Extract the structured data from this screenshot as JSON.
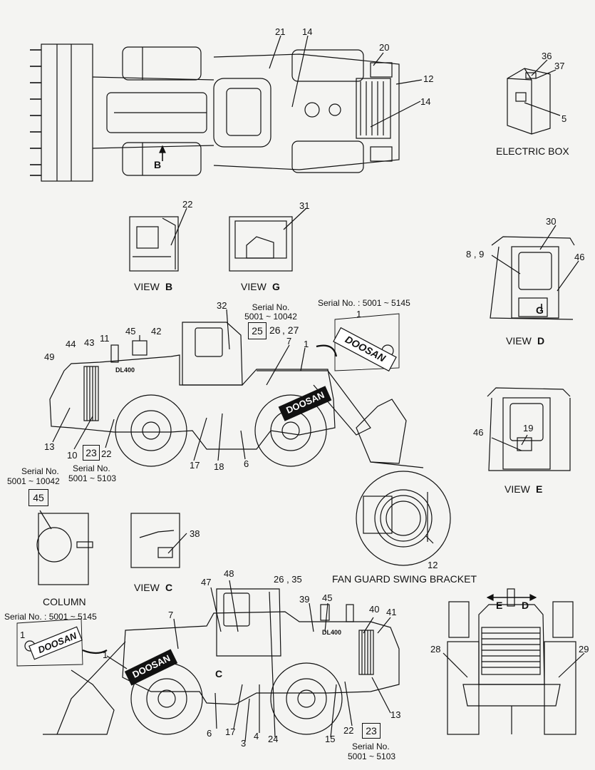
{
  "captions": {
    "electric_box": "ELECTRIC BOX",
    "view_b_word": "VIEW",
    "view_b_letter": "B",
    "view_g_word": "VIEW",
    "view_g_letter": "G",
    "view_d_word": "VIEW",
    "view_d_letter": "D",
    "view_e_word": "VIEW",
    "view_e_letter": "E",
    "view_c_word": "VIEW",
    "view_c_letter": "C",
    "column": "COLUMN",
    "fan_guard": "FAN GUARD SWING BRACKET"
  },
  "serials": {
    "s_25_title": "Serial No.",
    "s_25_range": "5001 ~ 10042",
    "s_doosan_top": "Serial No.  : 5001 ~ 5145",
    "s_23_title": "Serial No.",
    "s_23_range": "5001 ~ 5103",
    "s_45_title": "Serial No.",
    "s_45_range": "5001 ~ 10042",
    "s_doosan_bottom": "Serial No.  : 5001 ~ 5145",
    "s_23b_title": "Serial No.",
    "s_23b_range": "5001 ~ 5103"
  },
  "boxed": {
    "b25": "25",
    "b23": "23",
    "b45": "45",
    "b23b": "23"
  },
  "view_markers": {
    "b": "B",
    "c": "C",
    "g": "G",
    "e": "E",
    "d": "D"
  },
  "brand": "DOOSAN",
  "model_badge": "DL400",
  "labels": {
    "t21": "21",
    "t14a": "14",
    "t20": "20",
    "t12a": "12",
    "t14b": "14",
    "e36": "36",
    "e37": "37",
    "e5": "5",
    "vb22": "22",
    "vg31": "31",
    "vd30": "30",
    "vd89": "8 , 9",
    "vd46": "46",
    "m32": "32",
    "m26": "26",
    "m27": ", 27",
    "m7": "7",
    "m1": "1",
    "m49": "49",
    "m44": "44",
    "m43": "43",
    "m11": "11",
    "m45": "45",
    "m42": "42",
    "m13": "13",
    "m10": "10",
    "m22": "22",
    "m17": "17",
    "m18": "18",
    "m6": "6",
    "z1": "1",
    "ve46": "46",
    "ve19": "19",
    "fg12": "12",
    "vc38": "38",
    "l47": "47",
    "l48": "48",
    "l2635": "26 , 35",
    "l39": "39",
    "l45": "45",
    "l40": "40",
    "l41": "41",
    "l7": "7",
    "l1": "1",
    "l1b": "1",
    "lC": "C",
    "l6": "6",
    "l17": "17",
    "l3": "3",
    "l4": "4",
    "l24": "24",
    "l15": "15",
    "l22": "22",
    "l13": "13",
    "r28": "28",
    "r29": "29"
  }
}
